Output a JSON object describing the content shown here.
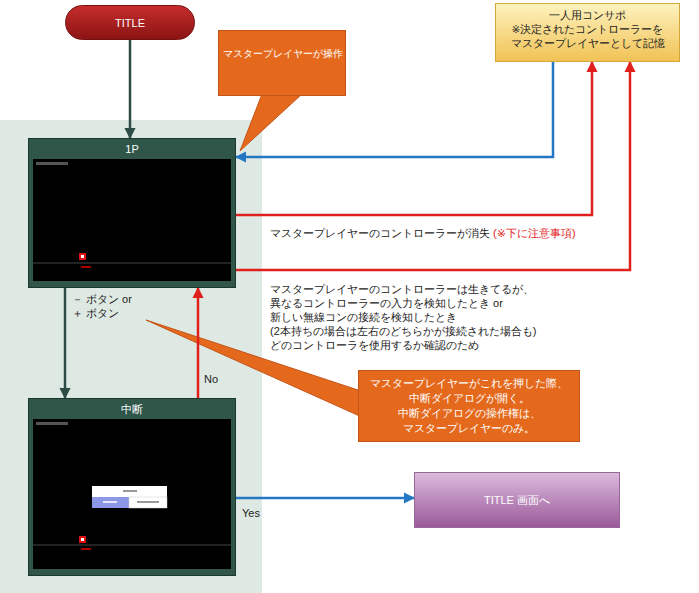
{
  "diagram": {
    "nodes": [
      {
        "text": [
          "TITLE"
        ]
      },
      {
        "text": [
          "マスタープレイヤーが操作"
        ]
      },
      {
        "text": [
          "一人用コンサポ",
          "※決定されたコントローラーを マスタープレイヤーとして記憶"
        ]
      },
      {
        "text": [
          "1P"
        ]
      },
      {
        "text": [
          "マスタープレイヤーがこれを押した際、 中断ダイアログが開く。 中断ダイアログの操作権は、 マスタープレイヤーのみ。"
        ]
      },
      {
        "text": [
          "中断"
        ]
      },
      {
        "text": [
          "TITLE 画面へ"
        ]
      }
    ],
    "edges": [
      {
        "from": 0,
        "to": 3,
        "arrow": "to"
      },
      {
        "from": 2,
        "to": 3,
        "arrow": "to"
      },
      {
        "from": 3,
        "to": 2,
        "arrow": "to",
        "label": "マスタープレイヤーのコントローラーが消失"
      },
      {
        "from": 3,
        "to": 2,
        "arrow": "to",
        "label": "マスタープレイヤーのコントローラーは生きてるが、 異なるコントローラーの入力を検知したとき or 新しい無線コンの接続を検知したとき (2本持ちの場合は左右のどちらかが接続された場合も) どのコントローラを使用するか確認のため"
      },
      {
        "from": 3,
        "to": 5,
        "arrow": "to",
        "label": "－ ボタン or ＋ ボタン"
      },
      {
        "from": 5,
        "to": 3,
        "arrow": "to",
        "label": "No"
      },
      {
        "from": 5,
        "to": 6,
        "arrow": "to",
        "label": "Yes"
      }
    ],
    "labels": [
      "(※下に注意事項)"
    ]
  }
}
